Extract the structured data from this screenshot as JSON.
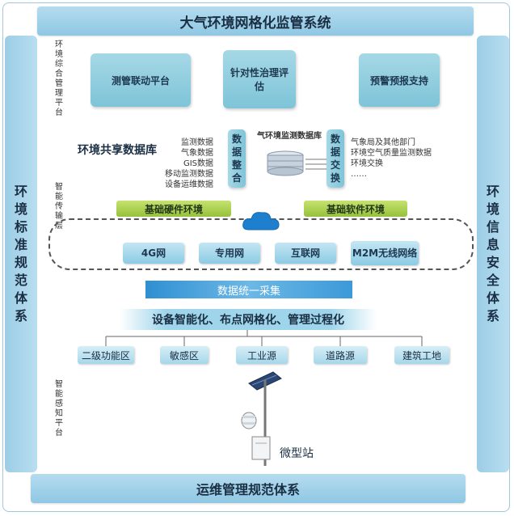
{
  "title": "大气环境网格化监管系统",
  "bottom_bar": "运维管理规范体系",
  "left_side": "环境标准规范体系",
  "right_side": "环境信息安全体系",
  "layers": {
    "top_platform": "环境综合管理平台",
    "transport": "智能传输层",
    "perception": "智能感知平台"
  },
  "top_tiles": [
    "测管联动平台",
    "针对性治理评估",
    "预警预报支持"
  ],
  "shared_db": {
    "title": "环境共享数据库",
    "data_items": [
      "监测数据",
      "气象数据",
      "GIS数据",
      "移动监测数据",
      "设备运维数据"
    ],
    "integration": "数据整合",
    "center_db": "气环境监测数据库",
    "exchange": "数据交换",
    "right_items": [
      "气象局及其他部门",
      "环境空气质量监测数据",
      "环境交换",
      "……"
    ]
  },
  "env": {
    "hardware": "基础硬件环境",
    "software": "基础软件环境"
  },
  "networks": [
    "4G网",
    "专用网",
    "互联网",
    "M2M无线网络"
  ],
  "collect": "数据统一采集",
  "banner": "设备智能化、布点网格化、管理过程化",
  "sources": [
    "二级功能区",
    "敏感区",
    "工业源",
    "道路源",
    "建筑工地"
  ],
  "station": "微型站",
  "colors": {
    "accent": "#8fc7e3",
    "green": "#95c13b",
    "blue": "#2f8fd2"
  }
}
